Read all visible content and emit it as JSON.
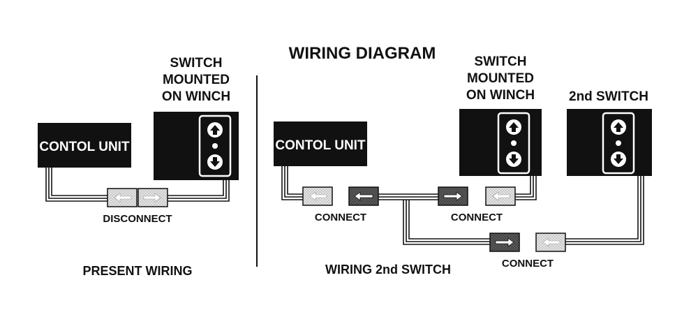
{
  "title": "WIRING DIAGRAM",
  "left": {
    "control_unit": "CONTOL UNIT",
    "switch_label": [
      "SWITCH",
      "MOUNTED",
      "ON WINCH"
    ],
    "connector_label": "DISCONNECT",
    "caption": "PRESENT WIRING"
  },
  "right": {
    "control_unit": "CONTOL UNIT",
    "switch_label": [
      "SWITCH",
      "MOUNTED",
      "ON WINCH"
    ],
    "second_switch_label": "2nd SWITCH",
    "connect_1": "CONNECT",
    "connect_2": "CONNECT",
    "connect_3": "CONNECT",
    "caption": "WIRING 2nd SWITCH"
  }
}
